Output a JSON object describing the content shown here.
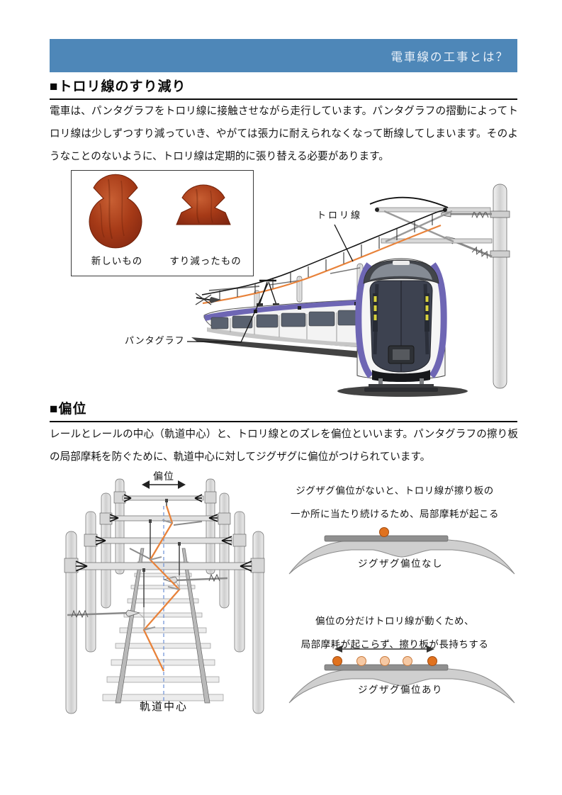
{
  "header": {
    "title": "電車線の工事とは？"
  },
  "section_wear": {
    "heading": "■トロリ線のすり減り",
    "body": "電車は、パンタグラフをトロリ線に接触させながら走行しています。パンタグラフの摺動によってトロリ線は少しずつすり減っていき、やがては張力に耐えられなくなって断線してしまいます。そのようなことのないように、トロリ線は定期的に張り替える必要があります。",
    "figure": {
      "new_wire_label": "新しいもの",
      "worn_wire_label": "すり減ったもの",
      "trolley_wire_label": "トロリ線",
      "pantograph_label": "パンタグラフ"
    }
  },
  "section_deviation": {
    "heading": "■偏位",
    "body": "レールとレールの中心（軌道中心）と、トロリ線とのズレを偏位といいます。パンタグラフの擦り板の局部摩耗を防ぐために、軌道中心に対してジグザグに偏位がつけられています。",
    "track_figure": {
      "deviation_label": "偏位",
      "track_center_label": "軌道中心"
    },
    "no_zigzag": {
      "caption_line1": "ジグザグ偏位がないと、トロリ線が擦り板の",
      "caption_line2": "一か所に当たり続けるため、局部摩耗が起こる",
      "label": "ジグザグ偏位なし"
    },
    "with_zigzag": {
      "caption_line1": "偏位の分だけトロリ線が動くため、",
      "caption_line2": "局部摩耗が起こらず、擦り板が長持ちする",
      "label": "ジグザグ偏位あり"
    }
  },
  "colors": {
    "header_blue": "#4e87b8",
    "trolley_orange": "#e8823a",
    "copper_red": "#a63a17",
    "train_purple": "#6e66b4",
    "contact_point_solid": "#e0721f",
    "contact_point_pale": "#f6c9a4",
    "track_center_blue": "#6b8fd6"
  }
}
